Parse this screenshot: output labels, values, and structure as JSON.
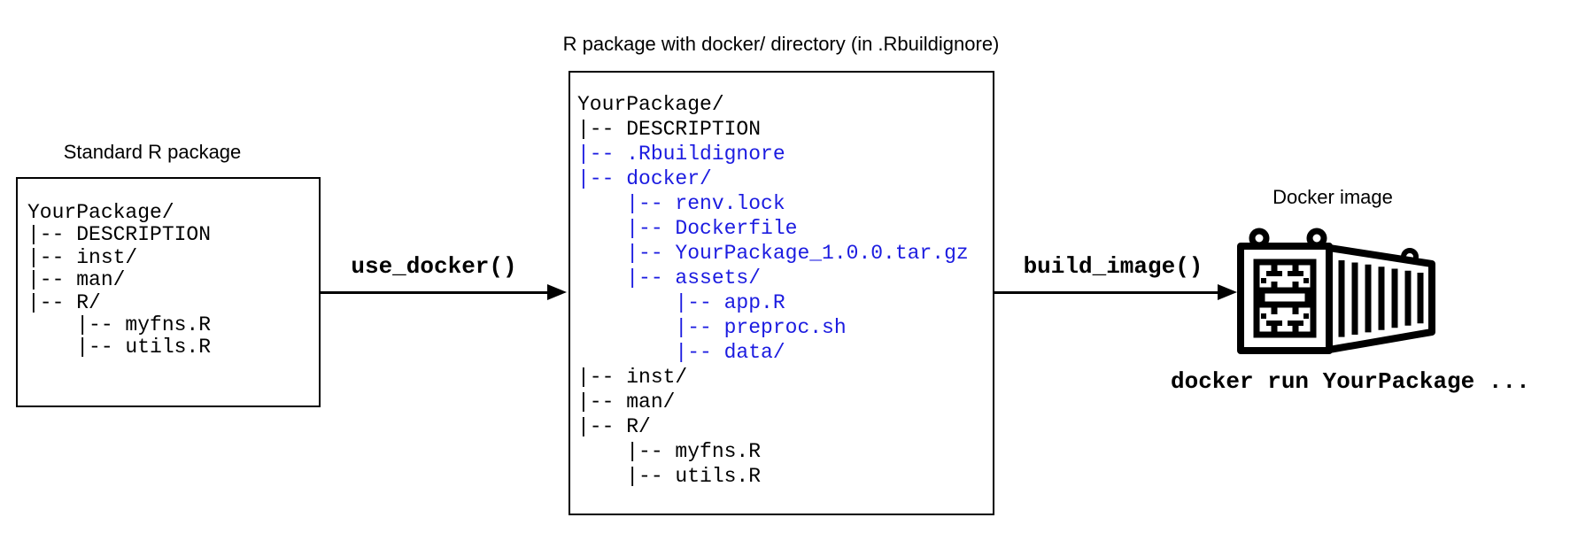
{
  "left_package": {
    "title": "Standard R package",
    "tree": [
      {
        "text": "YourPackage/",
        "highlight": false
      },
      {
        "text": "|-- DESCRIPTION",
        "highlight": false
      },
      {
        "text": "|-- inst/",
        "highlight": false
      },
      {
        "text": "|-- man/",
        "highlight": false
      },
      {
        "text": "|-- R/",
        "highlight": false
      },
      {
        "text": "    |-- myfns.R",
        "highlight": false
      },
      {
        "text": "    |-- utils.R",
        "highlight": false
      }
    ]
  },
  "docker_package": {
    "title": "R package with docker/ directory (in .Rbuildignore)",
    "tree": [
      {
        "text": "YourPackage/",
        "highlight": false
      },
      {
        "text": "|-- DESCRIPTION",
        "highlight": false
      },
      {
        "text": "|-- .Rbuildignore",
        "highlight": true
      },
      {
        "text": "|-- docker/",
        "highlight": true
      },
      {
        "text": "    |-- renv.lock",
        "highlight": true
      },
      {
        "text": "    |-- Dockerfile",
        "highlight": true
      },
      {
        "text": "    |-- YourPackage_1.0.0.tar.gz",
        "highlight": true
      },
      {
        "text": "    |-- assets/",
        "highlight": true
      },
      {
        "text": "        |-- app.R",
        "highlight": true
      },
      {
        "text": "        |-- preproc.sh",
        "highlight": true
      },
      {
        "text": "        |-- data/",
        "highlight": true
      }
    ],
    "tree_after": [
      {
        "text": "|-- inst/",
        "highlight": false
      },
      {
        "text": "|-- man/",
        "highlight": false
      },
      {
        "text": "|-- R/",
        "highlight": false
      },
      {
        "text": "    |-- myfns.R",
        "highlight": false
      },
      {
        "text": "    |-- utils.R",
        "highlight": false
      }
    ]
  },
  "transforms": {
    "use_docker_label": "use_docker()",
    "build_image_label": "build_image()"
  },
  "docker_image": {
    "title": "Docker image",
    "run_command": "docker run YourPackage ...",
    "icon": "shipping-container-icon"
  },
  "colors": {
    "highlight_blue": "#1b1be0",
    "ink": "#000000"
  }
}
